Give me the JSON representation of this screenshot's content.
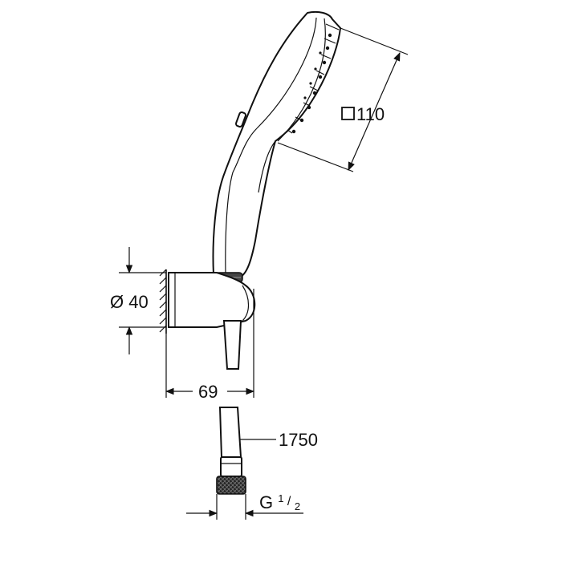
{
  "dimensions": {
    "spray_face": {
      "symbol": "square",
      "value": "110"
    },
    "wall_holder_diameter": "Ø 40",
    "projection": "69",
    "hose_length": "1750",
    "connection": {
      "main": "G ",
      "numerator": "1",
      "slash": "/",
      "denominator": "2"
    }
  },
  "colors": {
    "line": "#111111",
    "background": "#ffffff"
  }
}
